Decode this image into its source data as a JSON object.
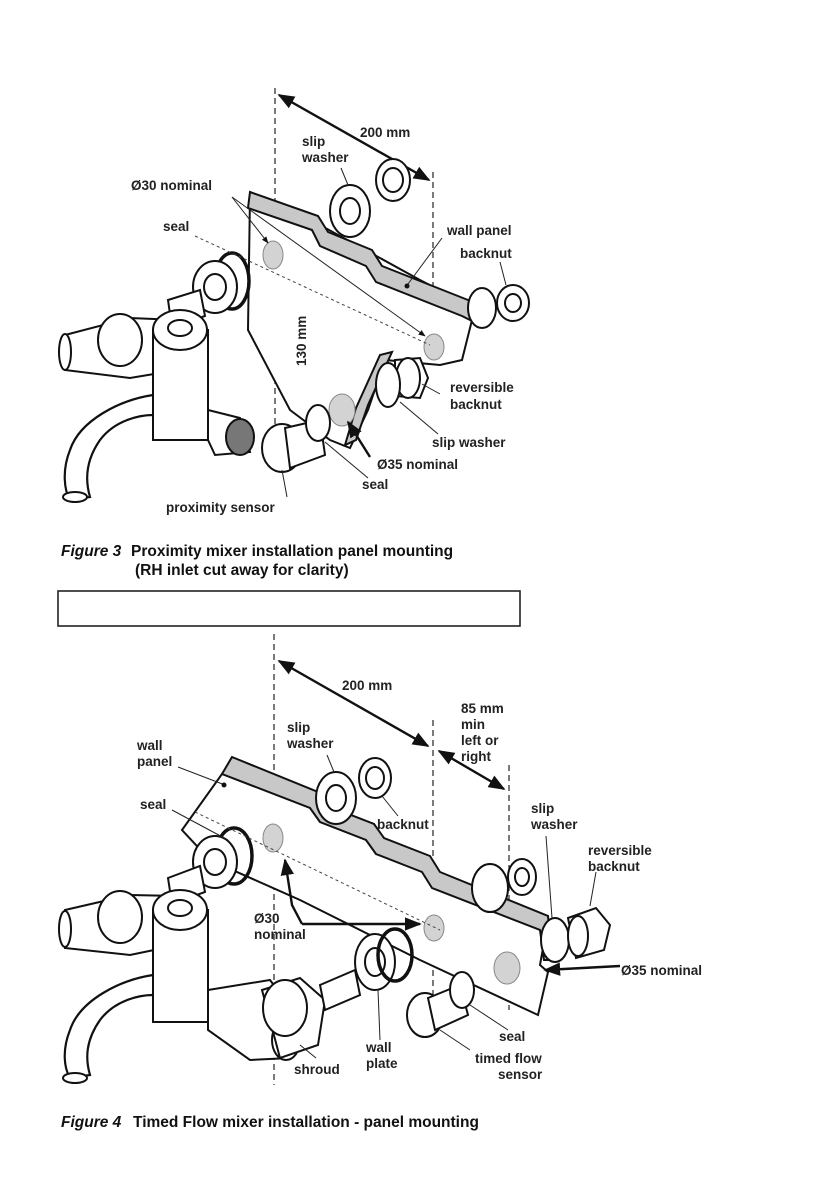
{
  "figure3": {
    "labels": {
      "dim_200": "200 mm",
      "slip_washer": [
        "slip",
        "washer"
      ],
      "o30_nominal": "Ø30 nominal",
      "seal_top": "seal",
      "wall_panel": "wall panel",
      "backnut": "backnut",
      "dim_130": "130 mm",
      "reversible_backnut": [
        "reversible",
        "backnut"
      ],
      "slip_washer_lower": "slip washer",
      "o35_nominal": "Ø35 nominal",
      "seal_lower": "seal",
      "proximity_sensor": "proximity sensor"
    },
    "caption_num": "Figure 3",
    "caption_line1": "Proximity mixer installation panel mounting",
    "caption_line2": "(RH inlet cut away for clarity)"
  },
  "figure4": {
    "labels": {
      "dim_200": "200 mm",
      "dim_85": [
        "85 mm",
        "min",
        "left or",
        "right"
      ],
      "slip_washer": [
        "slip",
        "washer"
      ],
      "wall_panel": [
        "wall",
        "panel"
      ],
      "seal_left": "seal",
      "backnut": "backnut",
      "slip_washer_right": [
        "slip",
        "washer"
      ],
      "reversible_backnut": [
        "reversible",
        "backnut"
      ],
      "o30_nominal": [
        "Ø30",
        "nominal"
      ],
      "o35_nominal": "Ø35 nominal",
      "seal_right": "seal",
      "timed_flow_sensor": [
        "timed flow",
        "sensor"
      ],
      "wall_plate": [
        "wall",
        "plate"
      ],
      "shroud": "shroud"
    },
    "caption_num": "Figure 4",
    "caption_text": "Timed Flow mixer installation - panel mounting"
  }
}
